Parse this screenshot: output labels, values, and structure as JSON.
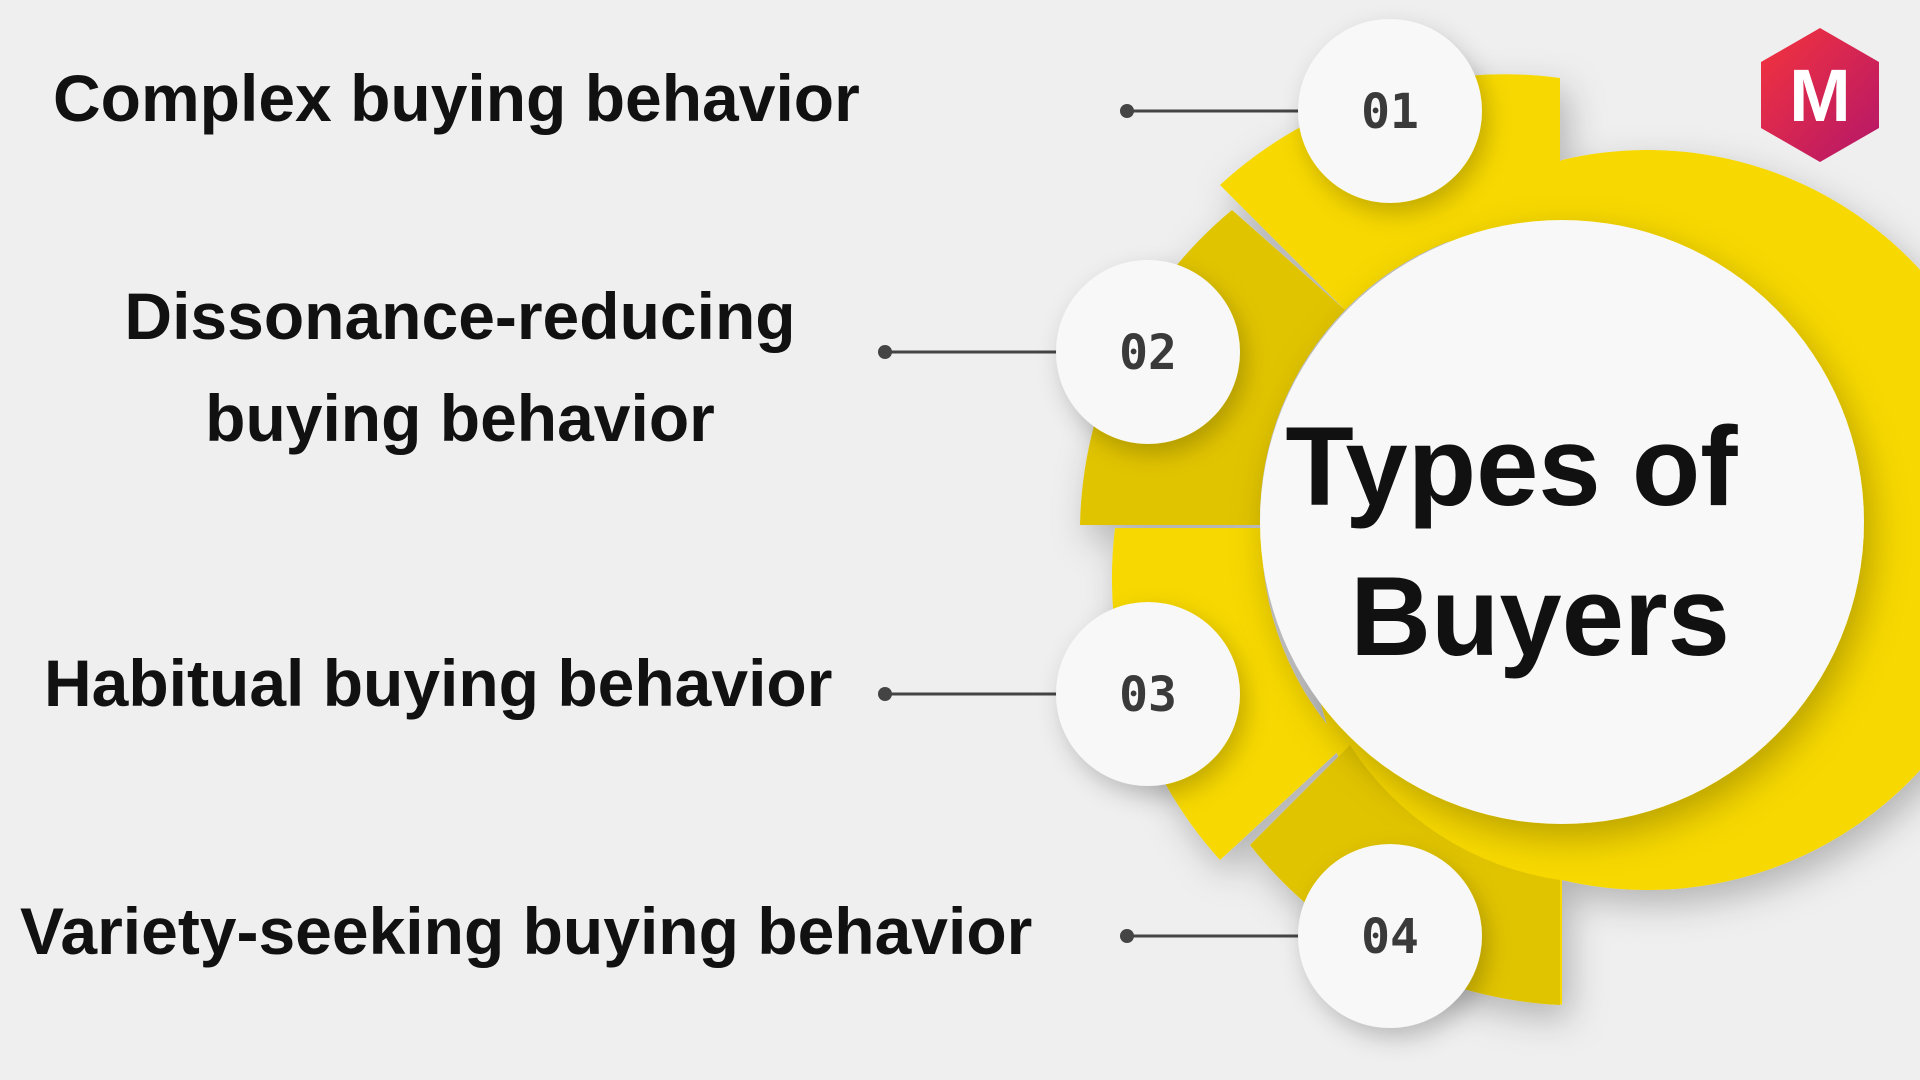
{
  "items": [
    {
      "number": "01",
      "label_lines": [
        "Complex buying behavior"
      ]
    },
    {
      "number": "02",
      "label_lines": [
        "Dissonance-reducing",
        "buying behavior"
      ]
    },
    {
      "number": "03",
      "label_lines": [
        "Habitual buying behavior"
      ]
    },
    {
      "number": "04",
      "label_lines": [
        "Variety-seeking buying behavior"
      ]
    }
  ],
  "center": {
    "title_lines": [
      "Types of",
      "Buyers"
    ]
  },
  "logo": {
    "letter": "M",
    "colors": [
      "#f5343c",
      "#b3166a"
    ]
  },
  "colors": {
    "background": "#efefef",
    "ring_yellow": "#f7d800",
    "ring_yellow_dark": "#e1c400",
    "circle_fill": "#f8f8f8",
    "number_text": "#3a3a3a",
    "connector": "#444444",
    "text": "#111111"
  }
}
